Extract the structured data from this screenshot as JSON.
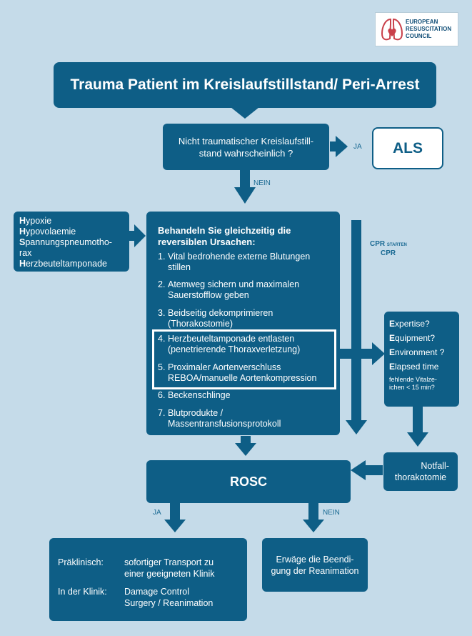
{
  "logo": {
    "line1": "EUROPEAN",
    "line2": "RESUSCITATION",
    "line3": "COUNCIL",
    "icon": "lungs-heart-icon"
  },
  "title": "Trauma Patient im Kreislaufstillstand/ Peri-Arrest",
  "question": {
    "line1": "Nicht traumatischer Kreislaufstill-",
    "line2": "stand wahrscheinlich ?"
  },
  "label_ja_top": "JA",
  "als": "ALS",
  "label_nein_top": "NEIN",
  "causes": [
    {
      "initial": "H",
      "rest": "ypoxie"
    },
    {
      "initial": "H",
      "rest": "ypovolaemie"
    },
    {
      "initial": "S",
      "rest": "pannungspneumotho-"
    },
    {
      "initial": "",
      "rest": "rax"
    },
    {
      "initial": "H",
      "rest": "erzbeuteltamponade"
    }
  ],
  "main": {
    "heading1": "Behandeln Sie gleichzeitig die",
    "heading2": "reversiblen Ursachen:",
    "steps": [
      {
        "n": "1.",
        "l1": "Vital bedrohende externe Blutungen",
        "l2": "stillen"
      },
      {
        "n": "2.",
        "l1": "Atemweg sichern und maximalen",
        "l2": "Sauerstofflow geben"
      },
      {
        "n": "3.",
        "l1": "Beidseitig dekomprimieren",
        "l2": "(Thorakostomie)"
      },
      {
        "n": "4.",
        "l1": "Herzbeuteltamponade entlasten",
        "l2": "(penetrierende Thoraxverletzung)"
      },
      {
        "n": "5.",
        "l1": "Proximaler Aortenverschluss",
        "l2": "REBOA/manuelle Aortenkompression"
      },
      {
        "n": "6.",
        "l1": "Beckenschlinge",
        "l2": ""
      },
      {
        "n": "7.",
        "l1": "Blutprodukte /",
        "l2": "Massentransfusionsprotokoll"
      }
    ]
  },
  "cpr": {
    "label1": "CPR",
    "label1_small": "STARTEN",
    "label2": "CPR"
  },
  "eeee": [
    {
      "initial": "E",
      "rest": "xpertise?"
    },
    {
      "initial": "E",
      "rest": "quipment?"
    },
    {
      "initial": "E",
      "rest": "nvironment ?"
    },
    {
      "initial": "E",
      "rest": "lapsed time"
    }
  ],
  "vital": {
    "line1": "fehlende Vitalze-",
    "line2": "ichen < 15 min?"
  },
  "notfall": {
    "line1": "Notfall-",
    "line2": "thorakotomie"
  },
  "rosc": "ROSC",
  "label_ja_bottom": "JA",
  "label_nein_bottom": "NEIN",
  "outcome_left": {
    "row1_label": "Präklinisch:",
    "row1_l1": "sofortiger Transport zu",
    "row1_l2": "einer geeigneten Klinik",
    "row2_label": "In der Klinik:",
    "row2_l1": "Damage Control",
    "row2_l2": "Surgery / Reanimation"
  },
  "outcome_right": {
    "line1": "Erwäge die Beendi-",
    "line2": "gung der Reanimation"
  },
  "colors": {
    "background": "#c5dbe9",
    "box": "#0e5e86",
    "arrow": "#0e5e86",
    "label": "#1a6a93"
  }
}
